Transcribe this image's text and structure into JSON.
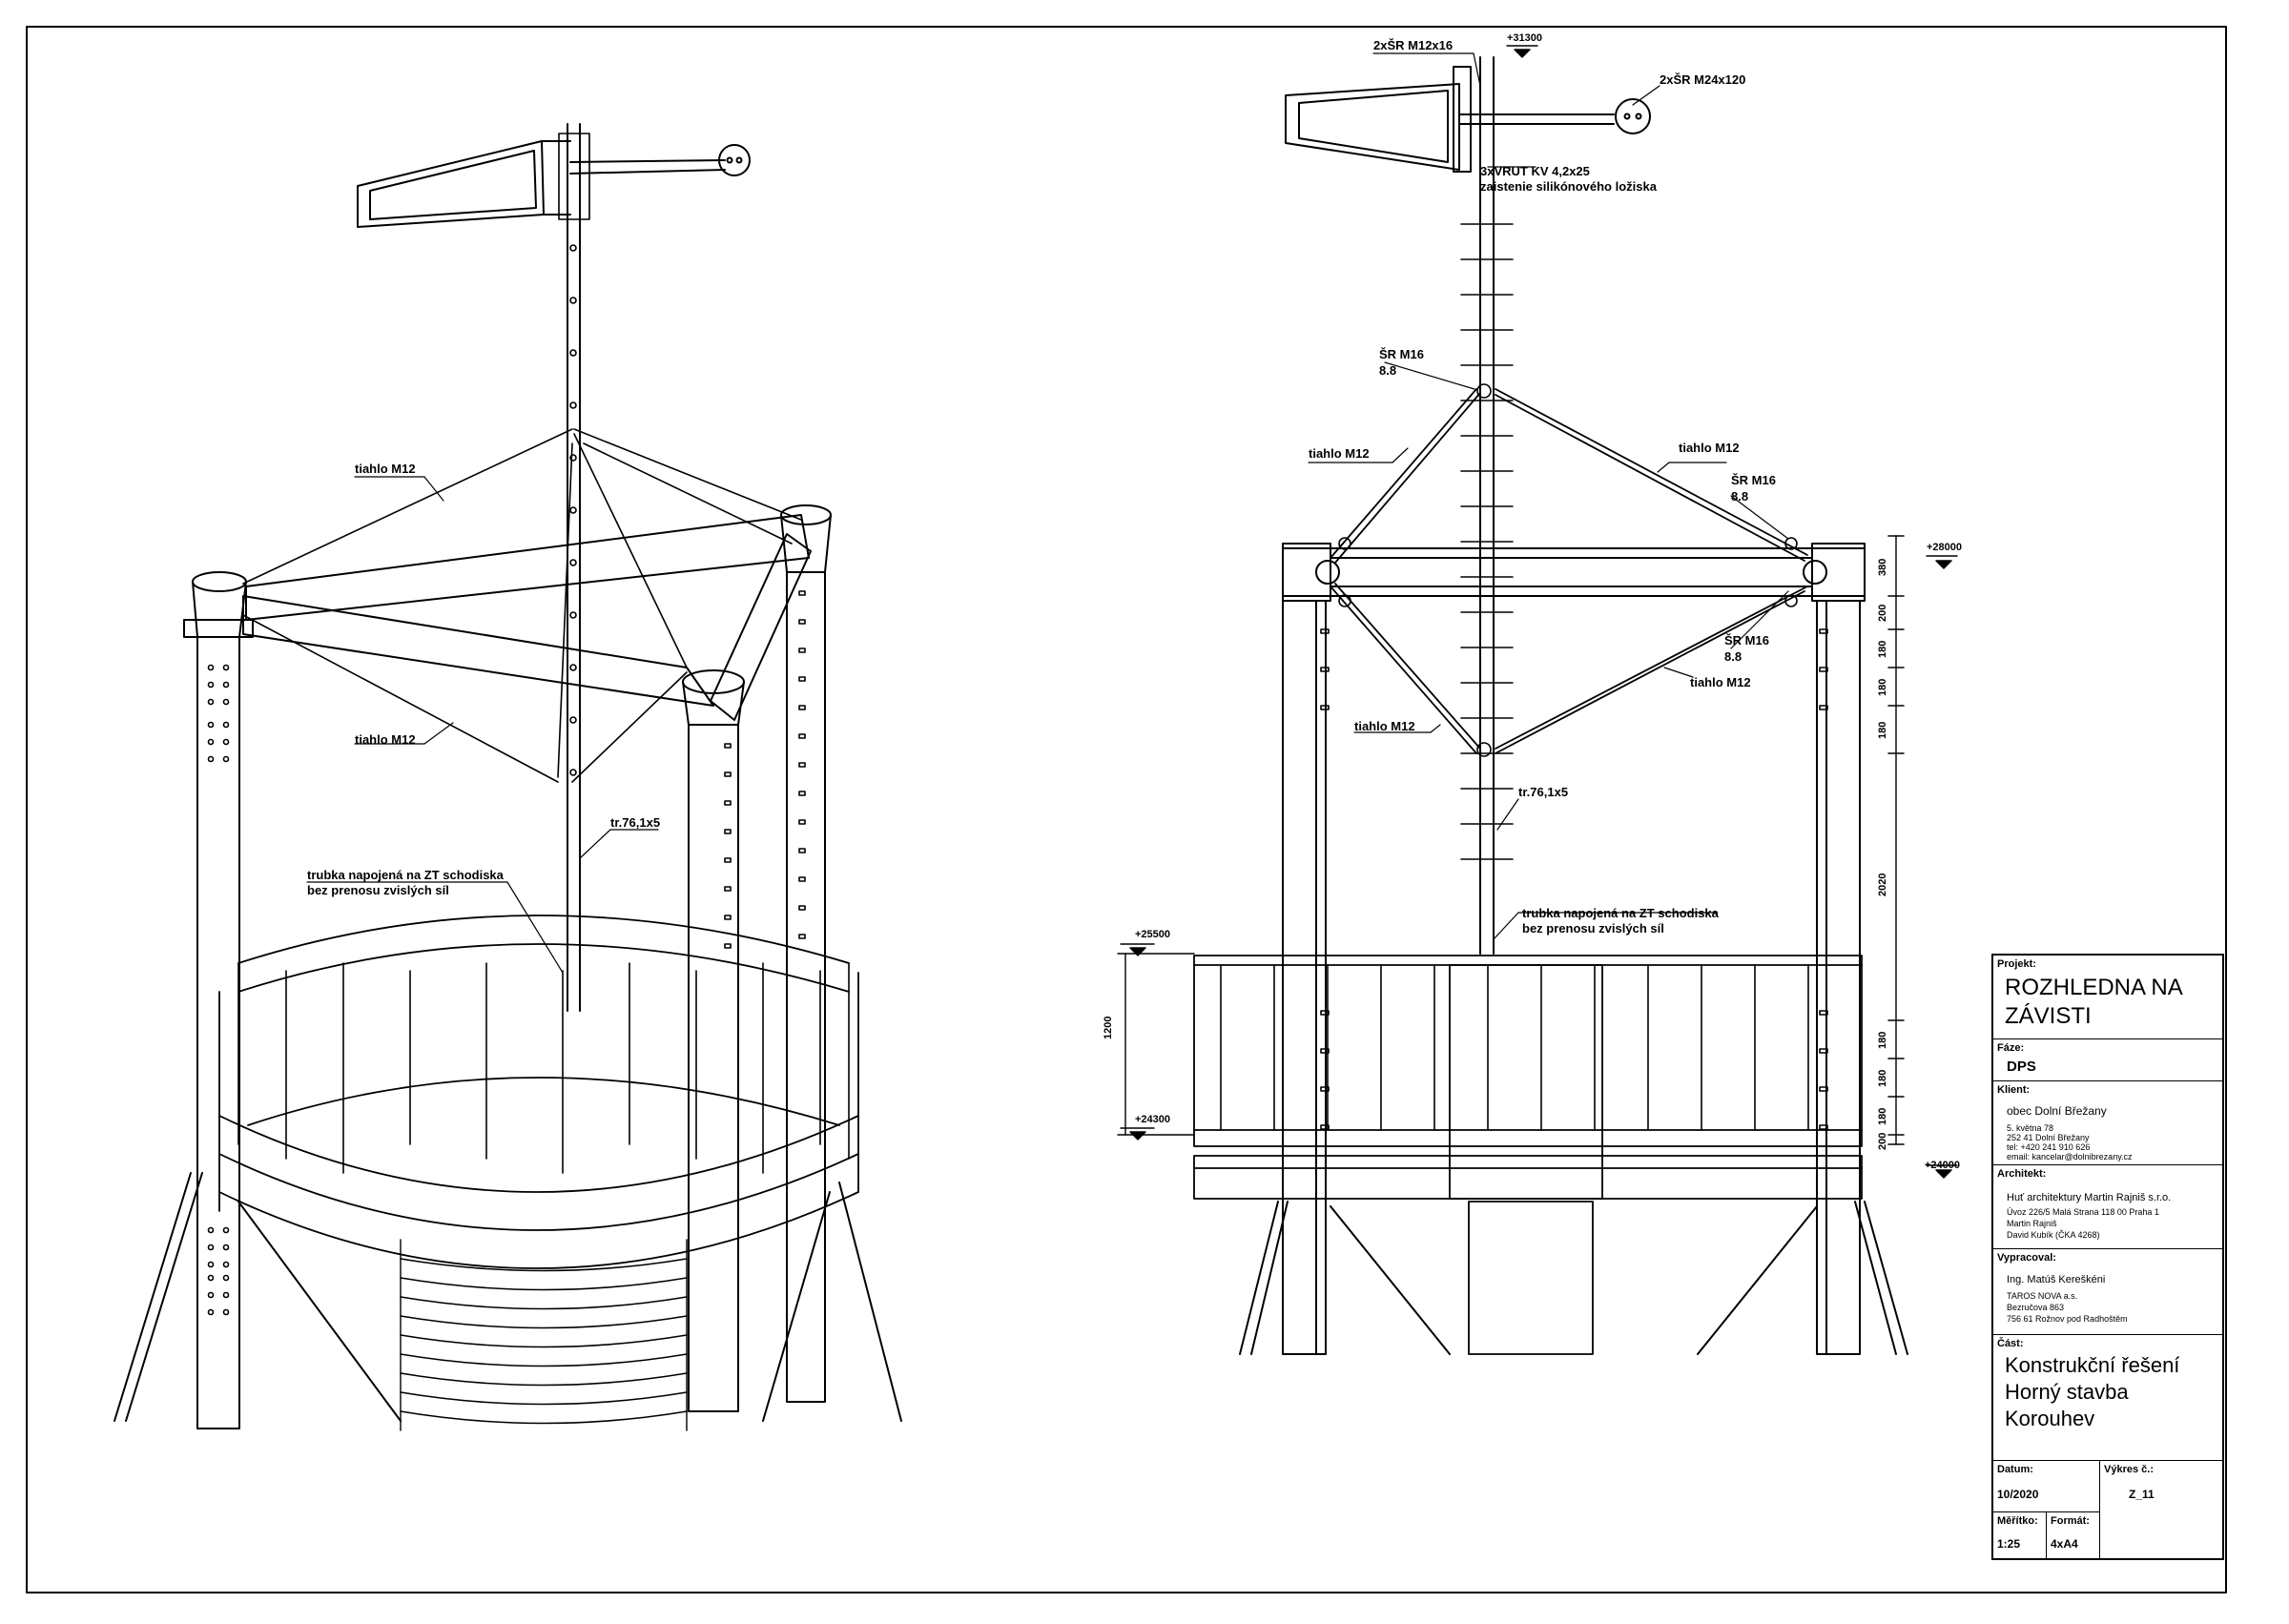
{
  "labels": {
    "left": {
      "tie_top": "tiahlo M12",
      "tie_bottom": "tiahlo M12",
      "tube": "tr.76,1x5",
      "note_line1": "trubka napojená na ZT schodiska",
      "note_line2": "bez prenosu zvislých síl"
    },
    "right": {
      "bolt_top_left": "2xŠR M12x16",
      "elev_top": "+31300",
      "bolt_top_right": "2xŠR M24x120",
      "screw_line1": "3xVRUT KV 4,2x25",
      "screw_line2": "zaistenie silikónového ložiska",
      "sr_top": "ŠR M16",
      "sr_top_grade": "8.8",
      "tie_ul": "tiahlo M12",
      "tie_ur": "tiahlo M12",
      "sr_right": "ŠR M16",
      "sr_right_grade": "8.8",
      "elev_28000": "+28000",
      "sr_lower": "ŠR M16",
      "sr_lower_grade": "8.8",
      "tie_lr": "tiahlo M12",
      "tie_ll": "tiahlo M12",
      "tube": "tr.76,1x5",
      "note_line1": "trubka napojená na ZT schodiska",
      "note_line2": "bez prenosu zvislých síl",
      "elev_25500": "+25500",
      "elev_24300": "+24300",
      "elev_24000": "+24000",
      "dim_1200": "1200",
      "dims_right": [
        "380",
        "200",
        "180",
        "180",
        "180",
        "2020",
        "180",
        "180",
        "180",
        "200"
      ]
    }
  },
  "title_block": {
    "project_caption": "Projekt:",
    "project_line1": "ROZHLEDNA NA",
    "project_line2": "ZÁVISTI",
    "phase_caption": "Fáze:",
    "phase": "DPS",
    "client_caption": "Klient:",
    "client_name": "obec Dolní Břežany",
    "client_details": [
      "5. května 78",
      "252 41 Dolní Břežany",
      "tel: +420 241 910 626",
      "email: kancelar@dolnibrezany.cz"
    ],
    "architect_caption": "Architekt:",
    "architect_name": "Huť architektury Martin Rajniš s.r.o.",
    "architect_details": [
      "Úvoz 226/5 Malá Strana 118 00 Praha 1",
      "Martin Rajniš",
      "David Kubík (ČKA 4268)"
    ],
    "author_caption": "Vypracoval:",
    "author_name": "Ing. Matúš Kereškéni",
    "author_details": [
      "TAROS NOVA a.s.",
      "Bezručova 863",
      "756 61  Rožnov pod Radhoštěm"
    ],
    "part_caption": "Část:",
    "part_line1": "Konstrukční řešení",
    "part_line2": "Horný stavba",
    "part_line3": "Korouhev",
    "date_caption": "Datum:",
    "date": "10/2020",
    "drawing_no_caption": "Výkres č.:",
    "drawing_no": "Z_11",
    "scale_caption": "Měřítko:",
    "scale": "1:25",
    "format_caption": "Formát:",
    "format": "4xA4"
  }
}
